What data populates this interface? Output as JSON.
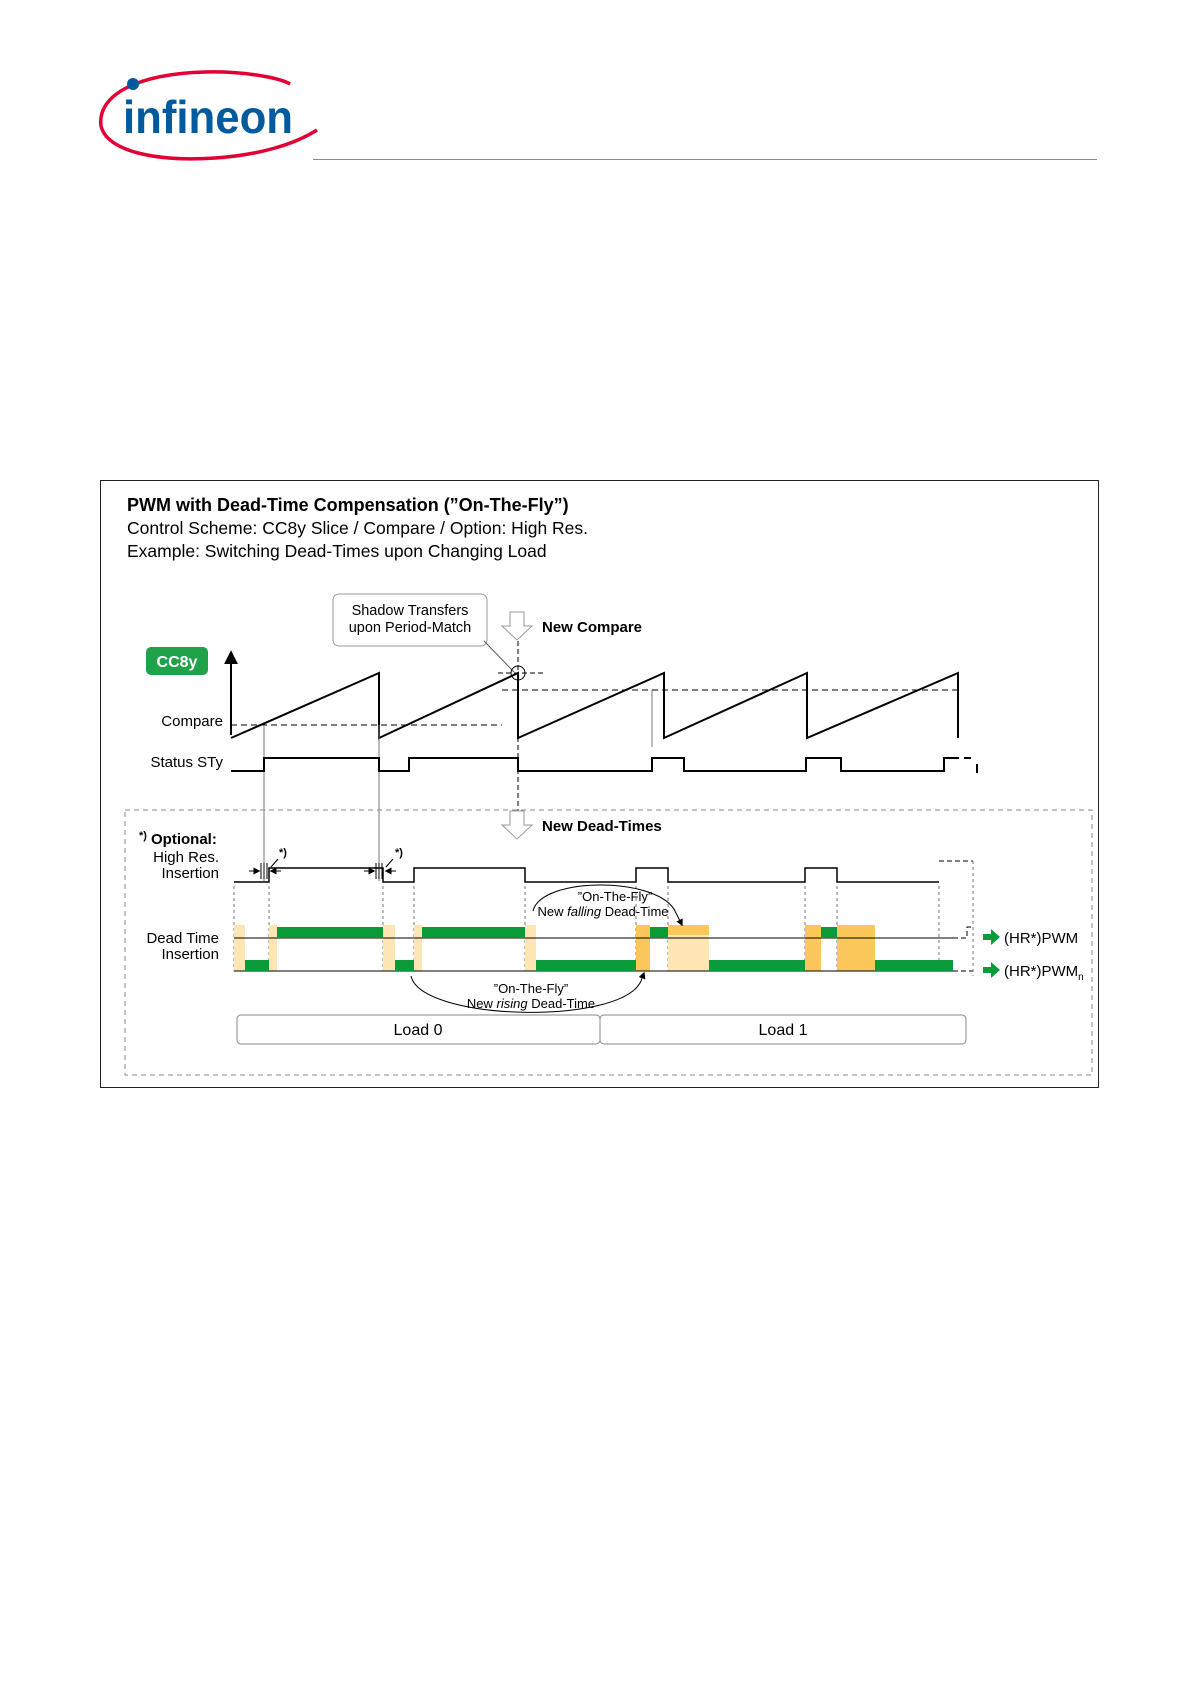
{
  "brand": {
    "logo_text": "infineon",
    "logo_color": "#005a9e",
    "swoosh_color": "#e30034"
  },
  "figure": {
    "title": "PWM with Dead-Time Compensation (”On-The-Fly”)",
    "subtitle1": "Control Scheme: CC8y Slice / Compare / Option: High Res.",
    "subtitle2": "Example: Switching Dead-Times upon Changing Load"
  },
  "diagram": {
    "shadow_box": [
      "Shadow Transfers",
      "upon Period-Match"
    ],
    "new_compare": "New Compare",
    "cc8y_badge": "CC8y",
    "compare_label": "Compare",
    "status_label": "Status STy",
    "new_dead_times": "New Dead-Times",
    "optional_marker": "*)",
    "optional_label": "Optional:",
    "hr_label": [
      "High Res.",
      "Insertion"
    ],
    "footnote_mark": "*)",
    "dt_label": [
      "Dead Time",
      "Insertion"
    ],
    "falling_note": {
      "line1": "”On-The-Fly”",
      "line2_pre": "New ",
      "line2_em": "falling",
      "line2_post": " Dead-Time"
    },
    "rising_note": {
      "line1": "”On-The-Fly”",
      "line2_pre": "New ",
      "line2_em": "rising",
      "line2_post": " Dead-Time"
    },
    "out_pwm": "(HR*)PWM",
    "out_pwmn": "(HR*)PWM",
    "out_pwmn_sub": "n",
    "load0": "Load 0",
    "load1": "Load 1",
    "colors": {
      "green": "#0a9a3a",
      "badge": "#1fa24a",
      "light_amber": "#fde6b4",
      "amber": "#fbc65a"
    }
  }
}
